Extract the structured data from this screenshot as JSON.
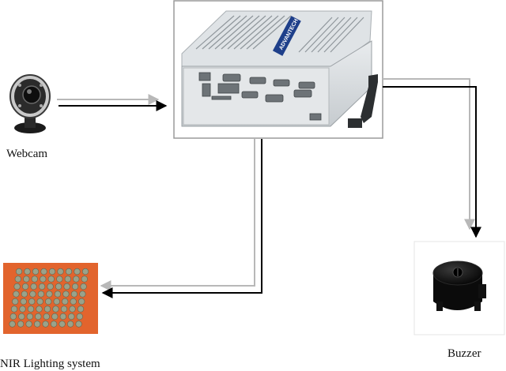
{
  "diagram": {
    "nodes": {
      "webcam": {
        "caption": "Webcam",
        "icon": "webcam-icon"
      },
      "computer": {
        "caption": "",
        "brand_text": "ADVANTECH",
        "icon": "embedded-computer-icon"
      },
      "buzzer": {
        "caption": "Buzzer",
        "icon": "buzzer-icon"
      },
      "nir": {
        "caption": "NIR Lighting system",
        "icon": "led-array-icon"
      }
    },
    "edges": [
      {
        "from": "webcam",
        "to": "computer"
      },
      {
        "from": "computer",
        "to": "buzzer"
      },
      {
        "from": "computer",
        "to": "nir"
      }
    ],
    "colors": {
      "arrow": "#000000",
      "arrow_shadow": "#b8b8b8",
      "frame": "#9a9a9a",
      "pcb": "#e2642d",
      "led": "#9aa28a"
    }
  }
}
